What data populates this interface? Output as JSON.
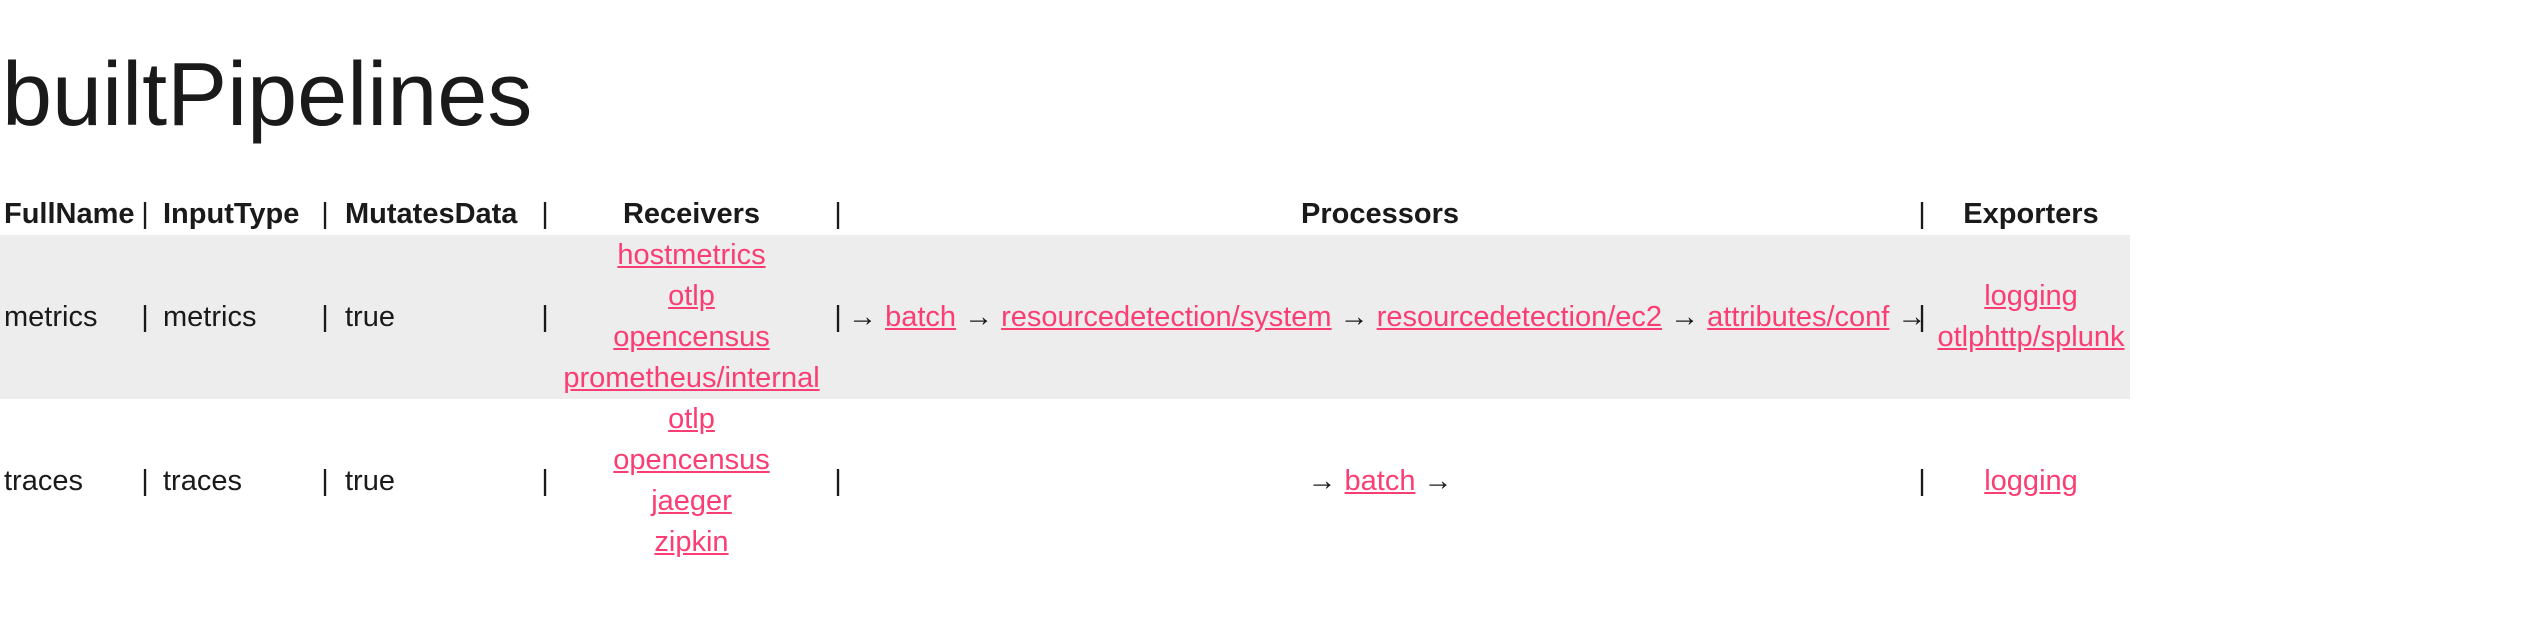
{
  "page": {
    "title": "builtPipelines"
  },
  "table": {
    "separator": "|",
    "arrow": "→",
    "headers": [
      "FullName",
      "InputType",
      "MutatesData",
      "Receivers",
      "Processors",
      "Exporters"
    ],
    "rows": [
      {
        "full_name": "metrics",
        "input_type": "metrics",
        "mutates_data": "true",
        "receivers": [
          "hostmetrics",
          "otlp",
          "opencensus",
          "prometheus/internal"
        ],
        "processors": [
          "batch",
          "resourcedetection/system",
          "resourcedetection/ec2",
          "attributes/conf"
        ],
        "exporters": [
          "logging",
          "otlphttp/splunk"
        ]
      },
      {
        "full_name": "traces",
        "input_type": "traces",
        "mutates_data": "true",
        "receivers": [
          "otlp",
          "opencensus",
          "jaeger",
          "zipkin"
        ],
        "processors": [
          "batch"
        ],
        "exporters": [
          "logging"
        ]
      }
    ]
  },
  "colors": {
    "link": "#fa3e73",
    "alt_row_bg": "#ededed",
    "text": "#1a1a1a"
  }
}
